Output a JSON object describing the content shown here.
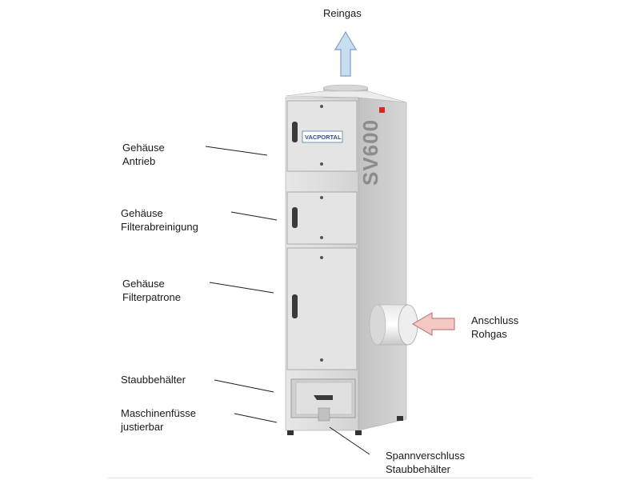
{
  "title": "Reingas",
  "brand": {
    "logo_text": "VACPORTAL",
    "model": "SV600"
  },
  "labels": {
    "gehaeuse_antrieb": [
      "Gehäuse",
      "Antrieb"
    ],
    "gehaeuse_filterabreinigung": [
      "Gehäuse",
      "Filterabreinigung"
    ],
    "gehaeuse_filterpatrone": [
      "Gehäuse",
      "Filterpatrone"
    ],
    "staubbehaelter": [
      "Staubbehälter"
    ],
    "maschinenfuesse": [
      "Maschinenfüsse",
      "justierbar"
    ],
    "anschluss_rohgas": [
      "Anschluss",
      "Rohgas"
    ],
    "spannverschluss": [
      "Spannverschluss",
      "Staubbehälter"
    ]
  },
  "colors": {
    "outlet_arrow": "#c9ddf0",
    "outlet_arrow_stroke": "#7f9fc2",
    "inlet_arrow": "#f4c9c5",
    "inlet_arrow_stroke": "#c27f7a",
    "cabinet": "#dcdcdc",
    "cabinet_side": "#c4c4c4",
    "logo_blue": "#2a4f8f",
    "swiss_red": "#d52b1e"
  }
}
